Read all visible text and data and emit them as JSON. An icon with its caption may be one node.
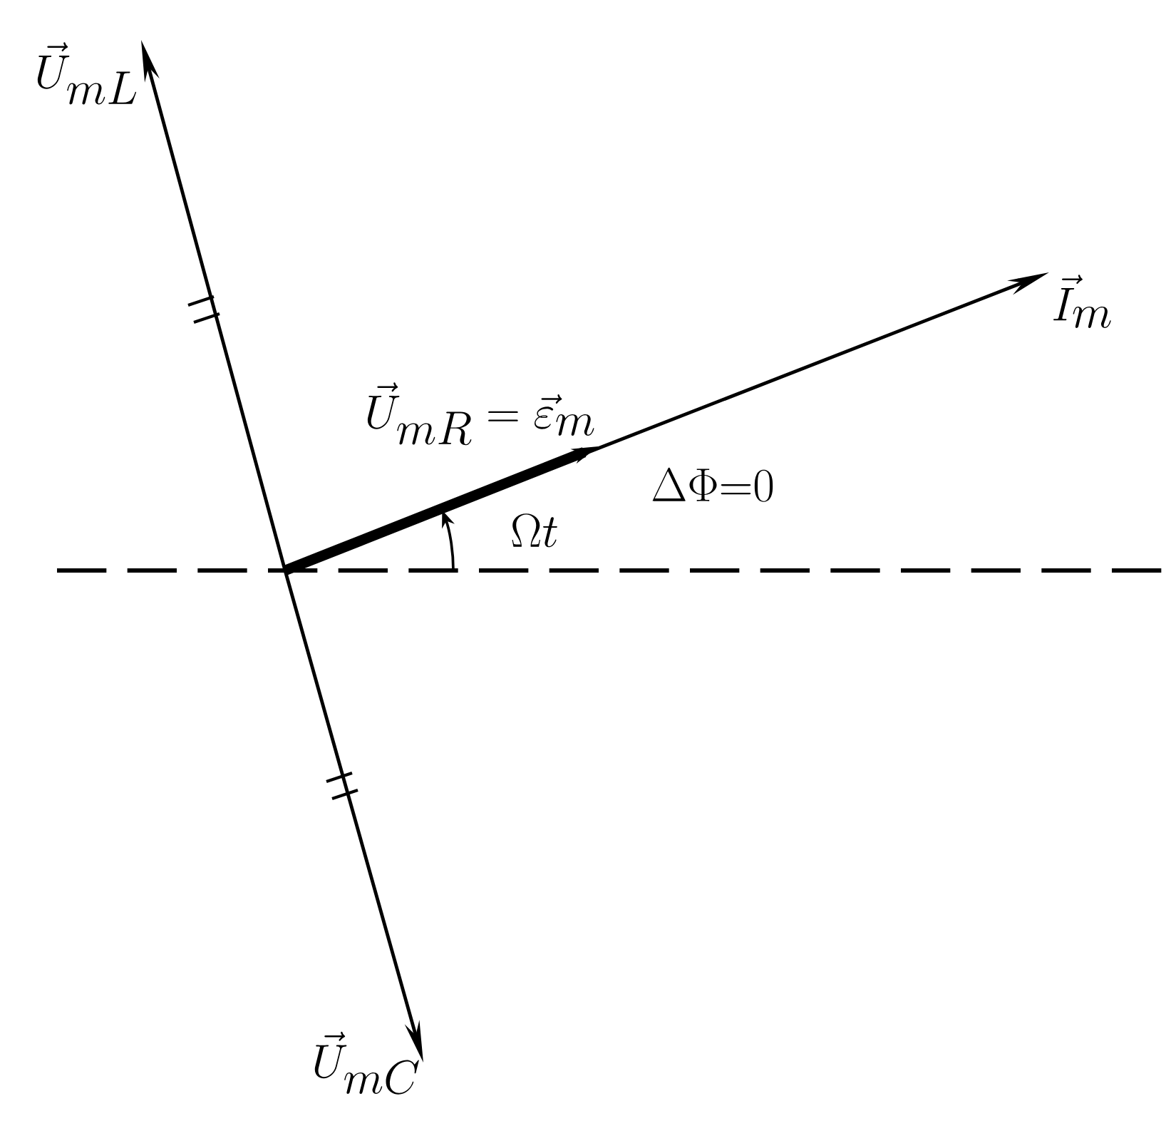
{
  "diagram": {
    "nodes": [
      {
        "text": [
          "\\vec{U}_{mL}"
        ]
      },
      {
        "text": [
          "\\vec{I}_{m}"
        ]
      },
      {
        "text": [
          "\\vec{U}_{mR}=\\vec{\\varepsilon}_{m}"
        ]
      },
      {
        "text": [
          "\\vec{U}_{mC}"
        ]
      }
    ],
    "edges": [
      {
        "from": null,
        "to": 0,
        "arrow": "to"
      },
      {
        "from": null,
        "to": 1,
        "arrow": "to"
      },
      {
        "from": null,
        "to": 2,
        "arrow": "to",
        "style": "thick"
      },
      {
        "from": null,
        "to": 3,
        "arrow": "to"
      }
    ],
    "labels": [
      "\\Delta\\Phi{=}0",
      "\\Omega t"
    ]
  }
}
